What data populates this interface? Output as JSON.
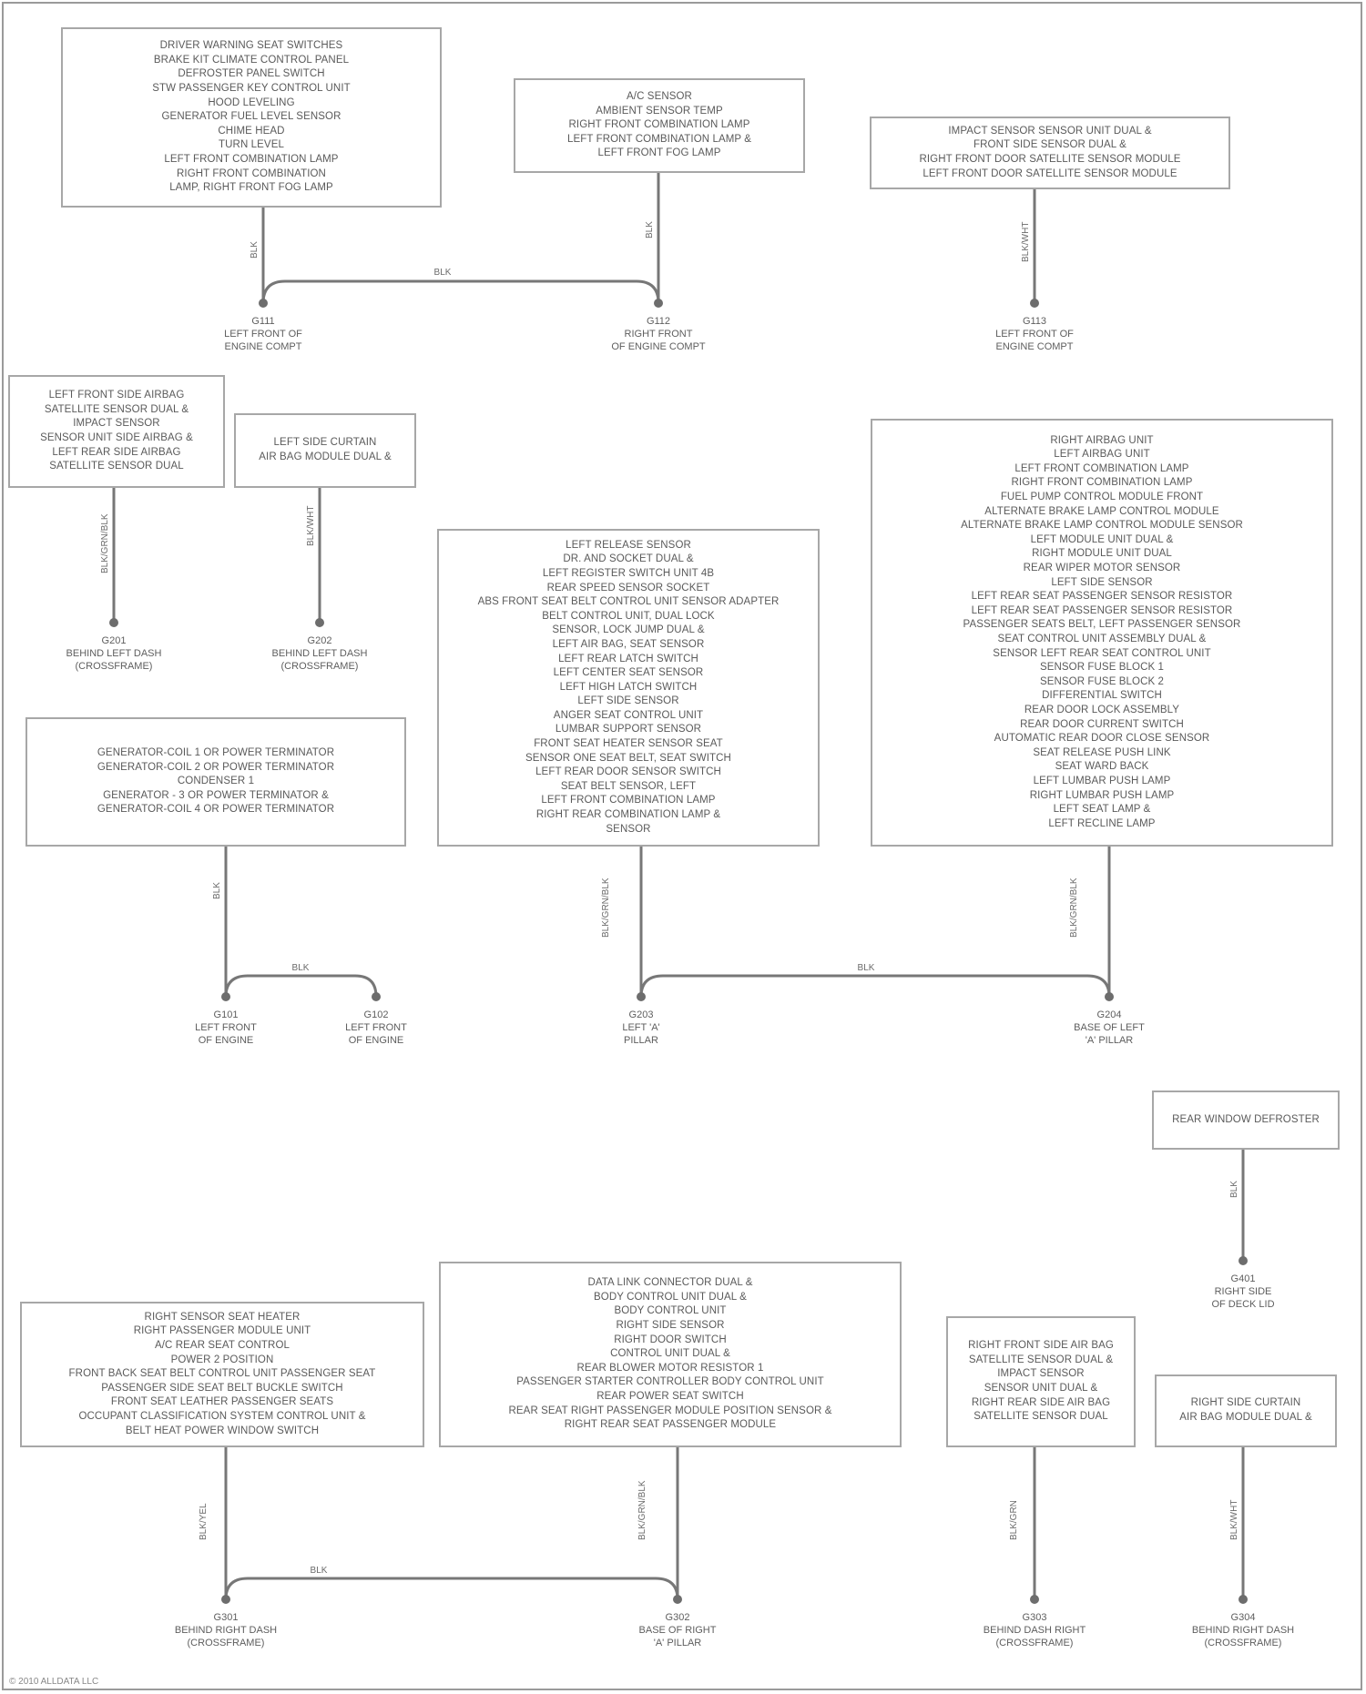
{
  "boxes": [
    {
      "id": "b1",
      "lines": [
        "DRIVER WARNING SEAT SWITCHES",
        "BRAKE KIT CLIMATE CONTROL PANEL",
        "DEFROSTER PANEL SWITCH",
        "STW PASSENGER KEY CONTROL UNIT",
        "HOOD LEVELING",
        "GENERATOR FUEL LEVEL SENSOR",
        "CHIME HEAD",
        "TURN LEVEL",
        "LEFT FRONT COMBINATION LAMP",
        "RIGHT FRONT COMBINATION",
        "LAMP, RIGHT FRONT FOG LAMP"
      ]
    },
    {
      "id": "b2",
      "lines": [
        "A/C SENSOR",
        "AMBIENT SENSOR TEMP",
        "RIGHT FRONT COMBINATION LAMP",
        "LEFT FRONT COMBINATION LAMP &",
        "LEFT FRONT FOG LAMP"
      ]
    },
    {
      "id": "b3",
      "lines": [
        "IMPACT SENSOR SENSOR UNIT DUAL &",
        "FRONT SIDE SENSOR DUAL &",
        "RIGHT FRONT DOOR SATELLITE SENSOR MODULE",
        "LEFT FRONT DOOR SATELLITE SENSOR MODULE"
      ]
    },
    {
      "id": "b4",
      "lines": [
        "LEFT FRONT SIDE AIRBAG",
        "SATELLITE SENSOR DUAL &",
        "IMPACT SENSOR",
        "SENSOR UNIT SIDE AIRBAG &",
        "LEFT REAR SIDE AIRBAG",
        "SATELLITE SENSOR DUAL"
      ]
    },
    {
      "id": "b5",
      "lines": [
        "LEFT SIDE CURTAIN",
        "AIR BAG MODULE DUAL &"
      ]
    },
    {
      "id": "b6",
      "lines": [
        "LEFT RELEASE SENSOR",
        "DR. AND SOCKET DUAL &",
        "LEFT REGISTER SWITCH UNIT 4B",
        "REAR SPEED SENSOR SOCKET",
        "ABS FRONT SEAT BELT CONTROL UNIT SENSOR ADAPTER",
        "BELT CONTROL UNIT, DUAL LOCK",
        "SENSOR, LOCK JUMP DUAL &",
        "LEFT AIR BAG, SEAT SENSOR",
        "LEFT REAR LATCH SWITCH",
        "LEFT CENTER SEAT SENSOR",
        "LEFT HIGH LATCH SWITCH",
        "LEFT SIDE SENSOR",
        "ANGER SEAT CONTROL UNIT",
        "LUMBAR SUPPORT SENSOR",
        "FRONT SEAT HEATER SENSOR SEAT",
        "SENSOR ONE SEAT BELT, SEAT SWITCH",
        "LEFT REAR DOOR SENSOR SWITCH",
        "SEAT BELT SENSOR, LEFT",
        "LEFT FRONT COMBINATION LAMP",
        "RIGHT REAR COMBINATION LAMP &",
        "SENSOR"
      ]
    },
    {
      "id": "b7",
      "lines": [
        "RIGHT AIRBAG UNIT",
        "LEFT AIRBAG UNIT",
        "LEFT FRONT COMBINATION LAMP",
        "RIGHT FRONT COMBINATION LAMP",
        "FUEL PUMP CONTROL MODULE FRONT",
        "ALTERNATE BRAKE LAMP CONTROL MODULE",
        "ALTERNATE BRAKE LAMP CONTROL MODULE SENSOR",
        "LEFT MODULE UNIT DUAL &",
        "RIGHT MODULE UNIT DUAL",
        "REAR WIPER MOTOR SENSOR",
        "LEFT SIDE SENSOR",
        "LEFT REAR SEAT PASSENGER SENSOR RESISTOR",
        "LEFT REAR SEAT PASSENGER SENSOR RESISTOR",
        "PASSENGER SEATS BELT, LEFT PASSENGER SENSOR",
        "SEAT CONTROL UNIT ASSEMBLY DUAL &",
        "SENSOR LEFT REAR SEAT CONTROL UNIT",
        "SENSOR FUSE BLOCK 1",
        "SENSOR FUSE BLOCK 2",
        "DIFFERENTIAL SWITCH",
        "REAR DOOR LOCK ASSEMBLY",
        "REAR DOOR CURRENT SWITCH",
        "AUTOMATIC REAR DOOR CLOSE SENSOR",
        "SEAT RELEASE PUSH LINK",
        "SEAT WARD BACK",
        "LEFT LUMBAR PUSH LAMP",
        "RIGHT LUMBAR PUSH LAMP",
        "LEFT SEAT LAMP &",
        "LEFT RECLINE LAMP"
      ]
    },
    {
      "id": "b8",
      "lines": [
        "GENERATOR-COIL 1 OR POWER TERMINATOR",
        "GENERATOR-COIL 2 OR POWER TERMINATOR",
        "CONDENSER 1",
        "GENERATOR - 3 OR POWER TERMINATOR &",
        "GENERATOR-COIL 4 OR POWER TERMINATOR"
      ]
    },
    {
      "id": "b9",
      "lines": [
        "REAR WINDOW DEFROSTER"
      ]
    },
    {
      "id": "b10",
      "lines": [
        "RIGHT SENSOR SEAT HEATER",
        "RIGHT PASSENGER MODULE UNIT",
        "A/C REAR SEAT CONTROL",
        "POWER 2 POSITION",
        "FRONT BACK SEAT BELT CONTROL UNIT PASSENGER SEAT",
        "PASSENGER SIDE SEAT BELT BUCKLE SWITCH",
        "FRONT SEAT LEATHER PASSENGER SEATS",
        "OCCUPANT CLASSIFICATION SYSTEM CONTROL UNIT &",
        "BELT HEAT POWER WINDOW SWITCH"
      ]
    },
    {
      "id": "b11",
      "lines": [
        "DATA LINK CONNECTOR DUAL &",
        "BODY CONTROL UNIT DUAL &",
        "BODY CONTROL UNIT",
        "RIGHT SIDE SENSOR",
        "RIGHT DOOR SWITCH",
        "CONTROL UNIT DUAL &",
        "REAR BLOWER MOTOR RESISTOR 1",
        "PASSENGER STARTER CONTROLLER BODY CONTROL UNIT",
        "REAR POWER SEAT SWITCH",
        "REAR SEAT RIGHT PASSENGER MODULE POSITION SENSOR &",
        "RIGHT REAR SEAT PASSENGER MODULE"
      ]
    },
    {
      "id": "b12",
      "lines": [
        "RIGHT FRONT SIDE AIR BAG",
        "SATELLITE SENSOR DUAL &",
        "IMPACT SENSOR",
        "SENSOR UNIT DUAL &",
        "RIGHT REAR SIDE AIR BAG",
        "SATELLITE SENSOR DUAL"
      ]
    },
    {
      "id": "b13",
      "lines": [
        "RIGHT SIDE CURTAIN",
        "AIR BAG MODULE DUAL &"
      ]
    }
  ],
  "grounds": [
    {
      "id": "g1",
      "lines": [
        "G111",
        "LEFT FRONT OF",
        "ENGINE COMPT"
      ]
    },
    {
      "id": "g2",
      "lines": [
        "G112",
        "RIGHT FRONT",
        "OF ENGINE COMPT"
      ]
    },
    {
      "id": "g3",
      "lines": [
        "G113",
        "LEFT FRONT OF",
        "ENGINE COMPT"
      ]
    },
    {
      "id": "g4",
      "lines": [
        "G201",
        "BEHIND LEFT DASH",
        "(CROSSFRAME)"
      ]
    },
    {
      "id": "g5",
      "lines": [
        "G202",
        "BEHIND LEFT DASH",
        "(CROSSFRAME)"
      ]
    },
    {
      "id": "g6",
      "lines": [
        "G101",
        "LEFT FRONT",
        "OF ENGINE"
      ]
    },
    {
      "id": "g7",
      "lines": [
        "G102",
        "LEFT FRONT",
        "OF ENGINE"
      ]
    },
    {
      "id": "g8",
      "lines": [
        "G203",
        "LEFT 'A'",
        "PILLAR"
      ]
    },
    {
      "id": "g9",
      "lines": [
        "G204",
        "BASE OF LEFT",
        "'A' PILLAR"
      ]
    },
    {
      "id": "g10",
      "lines": [
        "G401",
        "RIGHT SIDE",
        "OF DECK LID"
      ]
    },
    {
      "id": "g11",
      "lines": [
        "G301",
        "BEHIND RIGHT DASH",
        "(CROSSFRAME)"
      ]
    },
    {
      "id": "g12",
      "lines": [
        "G302",
        "BASE OF RIGHT",
        "'A' PILLAR"
      ]
    },
    {
      "id": "g13",
      "lines": [
        "G303",
        "BEHIND DASH RIGHT",
        "(CROSSFRAME)"
      ]
    },
    {
      "id": "g14",
      "lines": [
        "G304",
        "BEHIND RIGHT DASH",
        "(CROSSFRAME)"
      ]
    }
  ],
  "wire_labels": [
    {
      "id": "w1",
      "text": "BLK"
    },
    {
      "id": "w2",
      "text": "BLK"
    },
    {
      "id": "w3",
      "text": "BLK/WHT"
    },
    {
      "id": "w4",
      "text": "BLK/GRN/BLK"
    },
    {
      "id": "w5",
      "text": "BLK/WHT"
    },
    {
      "id": "w6",
      "text": "BLK"
    },
    {
      "id": "w7",
      "text": "BLK/GRN/BLK"
    },
    {
      "id": "w8",
      "text": "BLK/GRN/BLK"
    },
    {
      "id": "w9",
      "text": "BLK"
    },
    {
      "id": "w10",
      "text": "BLK/YEL"
    },
    {
      "id": "w11",
      "text": "BLK/GRN/BLK"
    },
    {
      "id": "w12",
      "text": "BLK/GRN"
    },
    {
      "id": "w13",
      "text": "BLK/WHT"
    }
  ],
  "splices": [
    {
      "id": "s1",
      "text": "BLK"
    },
    {
      "id": "s2",
      "text": "BLK"
    },
    {
      "id": "s3",
      "text": "BLK"
    },
    {
      "id": "s4",
      "text": "BLK"
    }
  ],
  "credit": "© 2010 ALLDATA LLC"
}
